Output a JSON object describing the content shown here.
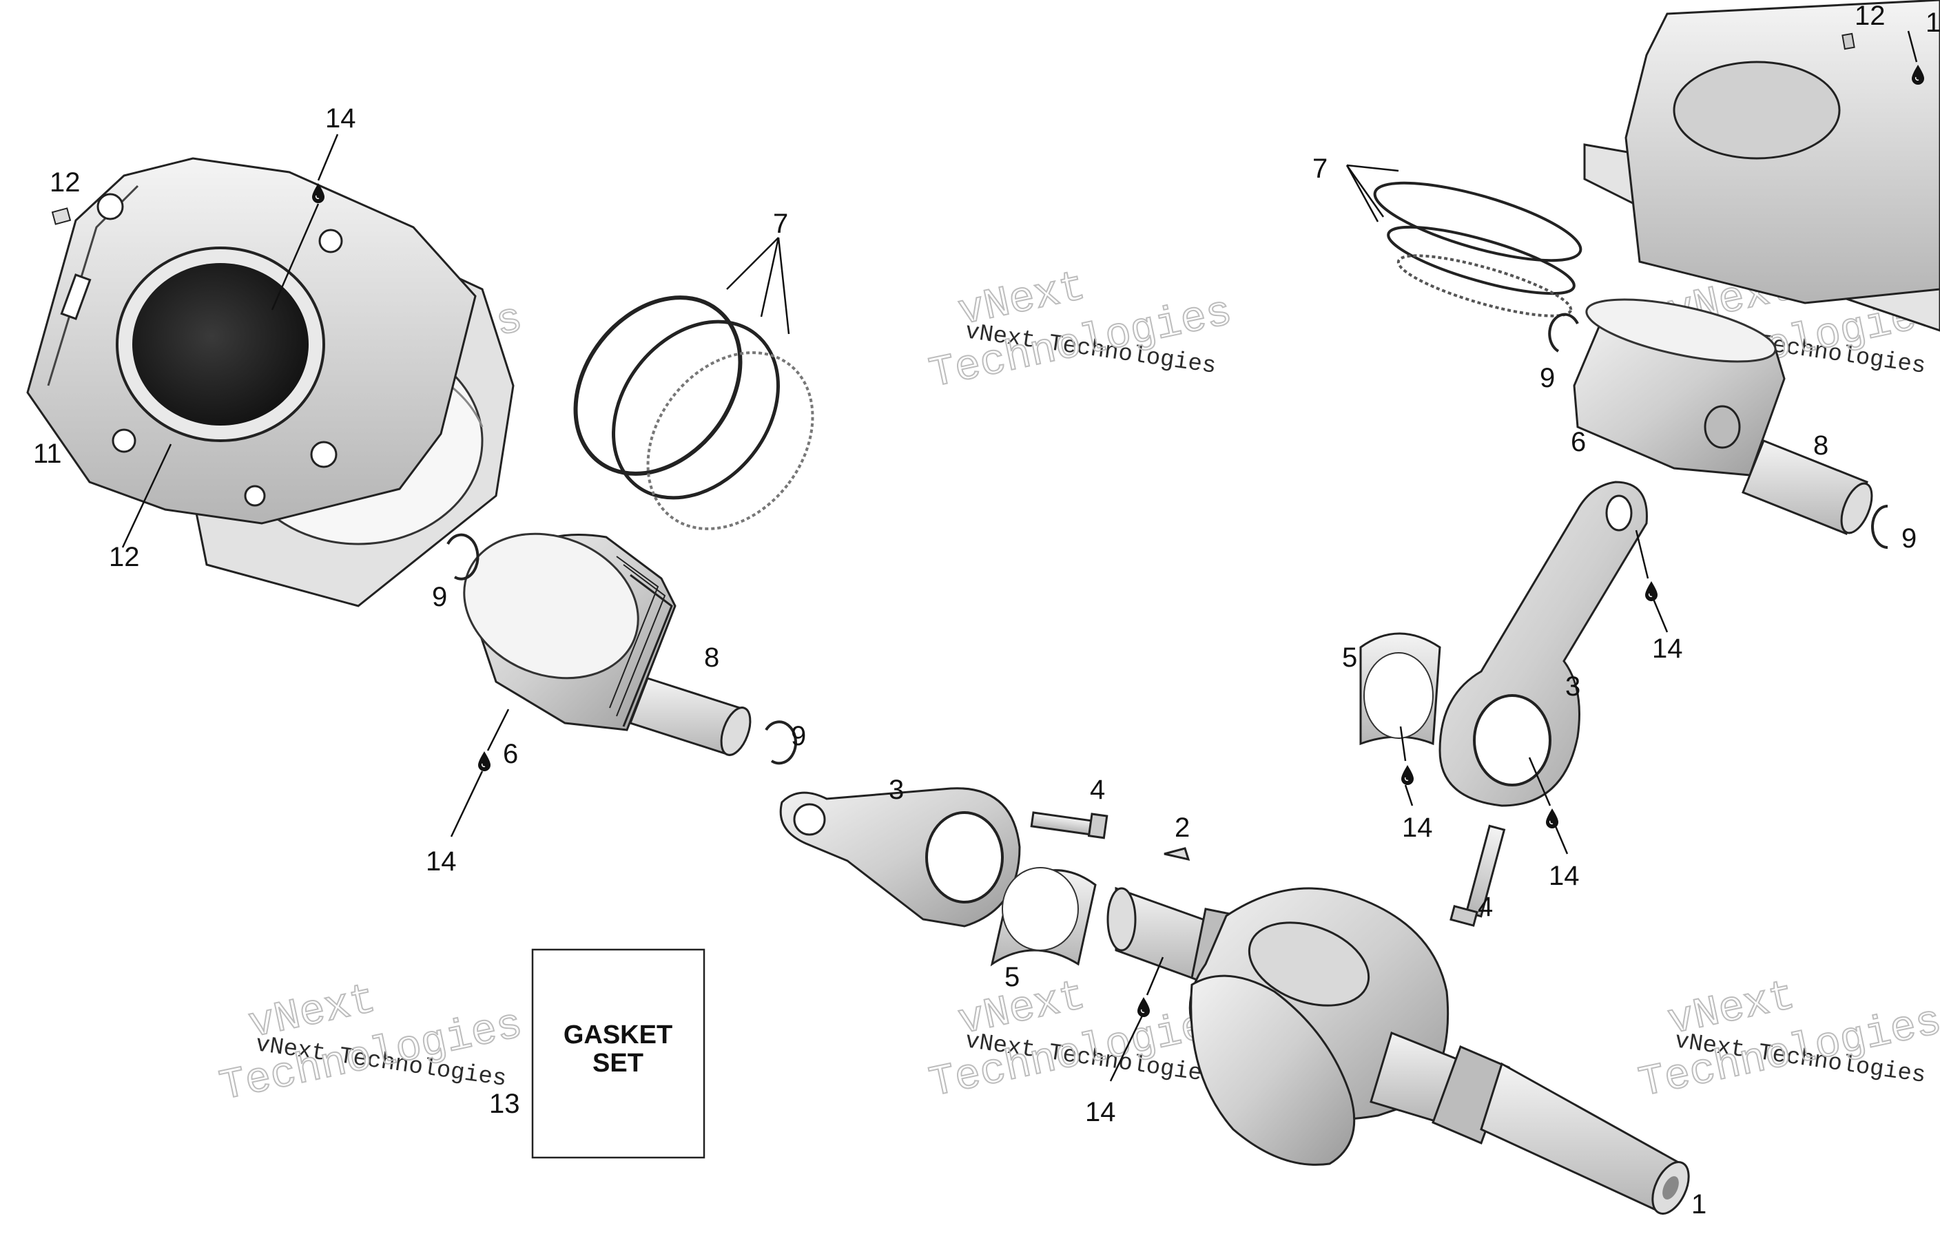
{
  "labels": {
    "l1": "1",
    "l2": "2",
    "l3a": "3",
    "l3b": "3",
    "l4a": "4",
    "l4b": "4",
    "l5a": "5",
    "l5b": "5",
    "l6a": "6",
    "l6b": "6",
    "l7a": "7",
    "l7b": "7",
    "l8a": "8",
    "l8b": "8",
    "l9a": "9",
    "l9b": "9",
    "l9c": "9",
    "l9d": "9",
    "l11": "11",
    "l12a": "12",
    "l12b": "12",
    "l12c": "12",
    "l13": "13",
    "l14a": "14",
    "l14b": "14",
    "l14c": "14",
    "l14d": "14",
    "l14e": "14",
    "l14f": "14",
    "l14g": "14",
    "l1b": "1"
  },
  "gasket_box": {
    "line1": "GASKET",
    "line2": "SET"
  },
  "watermark": {
    "line1": "vNext Technologies",
    "line2": "vNext",
    "line3": "Technologies"
  },
  "colors": {
    "part_fill": "#e6e6e6",
    "part_dark": "#9a9a9a",
    "ink": "#111111"
  }
}
